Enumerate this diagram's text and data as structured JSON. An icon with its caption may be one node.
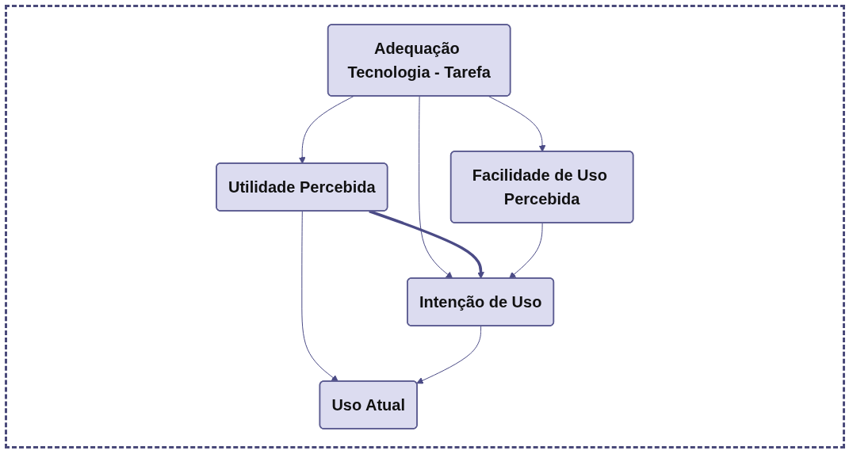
{
  "diagram": {
    "nodes": [
      {
        "text": [
          "Adequação Tecnologia - Tarefa"
        ]
      },
      {
        "text": [
          "Utilidade Percebida"
        ]
      },
      {
        "text": [
          "Facilidade de Uso Percebida"
        ]
      },
      {
        "text": [
          "Intenção de Uso"
        ]
      },
      {
        "text": [
          "Uso Atual"
        ]
      }
    ],
    "edges": [
      {
        "from": 0,
        "to": 1,
        "arrow": "to"
      },
      {
        "from": 0,
        "to": 2,
        "arrow": "to"
      },
      {
        "from": 0,
        "to": 3,
        "arrow": "to"
      },
      {
        "from": 1,
        "to": 3,
        "arrow": "to",
        "style": "thick"
      },
      {
        "from": 1,
        "to": 4,
        "arrow": "to"
      },
      {
        "from": 2,
        "to": 3,
        "arrow": "to"
      },
      {
        "from": 3,
        "to": 4,
        "arrow": "to"
      }
    ]
  }
}
